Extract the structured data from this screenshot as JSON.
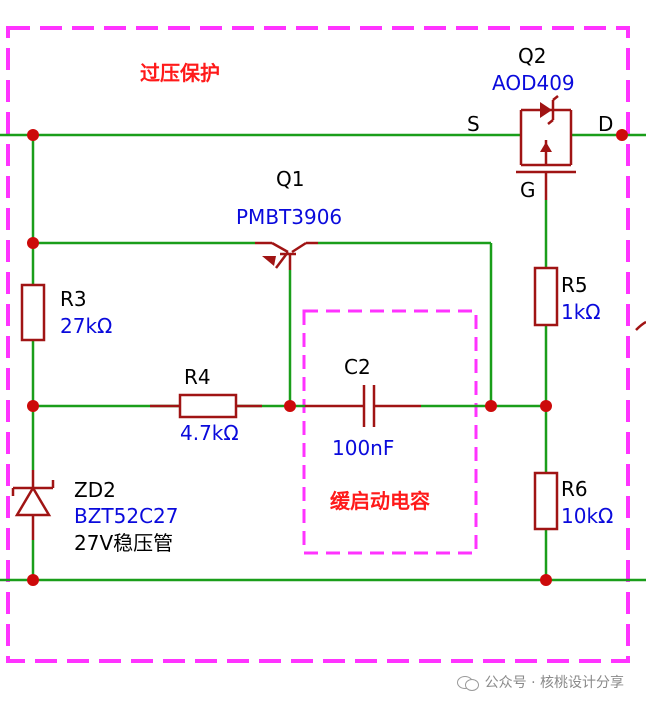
{
  "zones": {
    "overvoltage_label": "过压保护",
    "softstart_label": "缓启动电容"
  },
  "components": {
    "q2": {
      "ref": "Q2",
      "value": "AOD409",
      "pin_s": "S",
      "pin_d": "D",
      "pin_g": "G"
    },
    "q1": {
      "ref": "Q1",
      "value": "PMBT3906"
    },
    "r3": {
      "ref": "R3",
      "value": "27kΩ"
    },
    "r4": {
      "ref": "R4",
      "value": "4.7kΩ"
    },
    "r5": {
      "ref": "R5",
      "value": "1kΩ"
    },
    "r6": {
      "ref": "R6",
      "value": "10kΩ"
    },
    "c2": {
      "ref": "C2",
      "value": "100nF"
    },
    "zd2": {
      "ref": "ZD2",
      "value": "BZT52C27",
      "note": "27V稳压管"
    }
  },
  "watermark": "公众号 · 核桃设计分享",
  "colors": {
    "wire": "#1a9e1a",
    "component": "#a01414",
    "junction": "#cc0a0a",
    "zone_border": "#ff33ff",
    "value_text": "#0a0adc",
    "zone_text": "#ff1a1a"
  },
  "icons": {
    "watermark_icon": "wechat-icon"
  }
}
